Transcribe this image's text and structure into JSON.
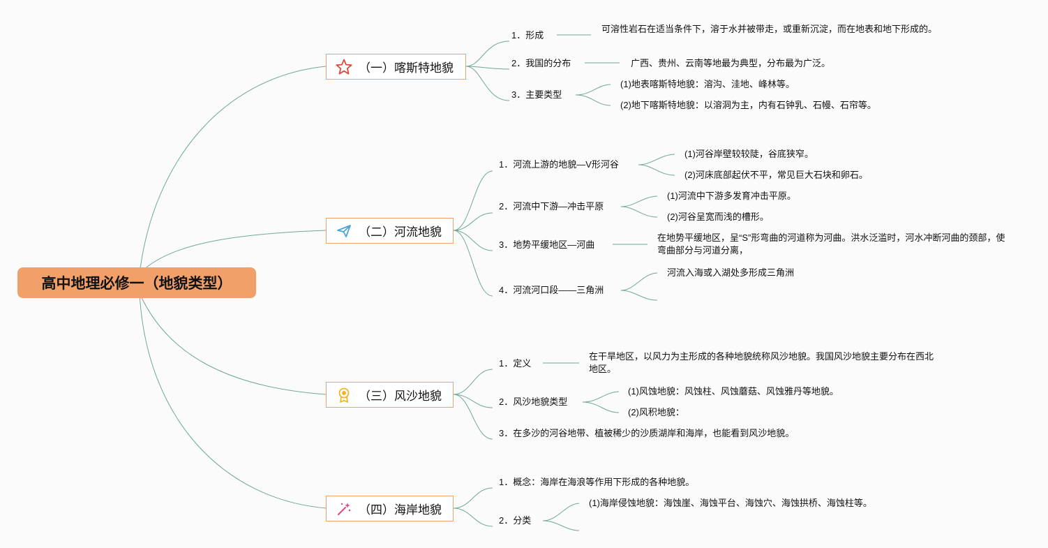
{
  "root": {
    "title": "高中地理必修一（地貌类型）"
  },
  "branches": [
    {
      "title": "（一）喀斯特地貌",
      "icon": "star-icon",
      "items": [
        {
          "label": "1．形成",
          "detail": "可溶性岩石在适当条件下，溶于水并被带走，或重新沉淀，而在地表和地下形成的。"
        },
        {
          "label": "2．我国的分布",
          "detail": "广西、贵州、云南等地最为典型，分布最为广泛。"
        },
        {
          "label": "3．主要类型",
          "subs": [
            "(1)地表喀斯特地貌：溶沟、洼地、峰林等。",
            "(2)地下喀斯特地貌：以溶洞为主，内有石钟乳、石幔、石帘等。"
          ]
        }
      ]
    },
    {
      "title": "（二）河流地貌",
      "icon": "paper-plane-icon",
      "items": [
        {
          "label": "1．河流上游的地貌—V形河谷",
          "subs": [
            "(1)河谷岸壁较较陡，谷底狭窄。",
            "(2)河床底部起伏不平，常见巨大石块和卵石。"
          ]
        },
        {
          "label": "2．河流中下游—冲击平原",
          "subs": [
            "(1)河流中下游多发育冲击平原。",
            "(2)河谷呈宽而浅的槽形。"
          ]
        },
        {
          "label": "3．地势平缓地区—河曲",
          "detail": "在地势平缓地区，呈“S”形弯曲的河道称为河曲。洪水泛滥时，河水冲断河曲的颈部，使弯曲部分与河道分离，"
        },
        {
          "label": "4．河流河口段——三角洲",
          "subs": [
            "河流入海或入湖处多形成三角洲",
            ""
          ]
        }
      ]
    },
    {
      "title": "（三）风沙地貌",
      "icon": "award-badge-icon",
      "items": [
        {
          "label": "1．定义",
          "detail": "在干旱地区，以风力为主形成的各种地貌统称风沙地貌。我国风沙地貌主要分布在西北地区。"
        },
        {
          "label": "2．风沙地貌类型",
          "subs": [
            "(1)风蚀地貌：风蚀柱、风蚀蘑菇、风蚀雅丹等地貌。",
            "(2)风积地貌："
          ]
        },
        {
          "label": "3．在多沙的河谷地带、植被稀少的沙质湖岸和海岸，也能看到风沙地貌。"
        }
      ]
    },
    {
      "title": "（四）海岸地貌",
      "icon": "magic-wand-icon",
      "items": [
        {
          "label": "1．概念：海岸在海浪等作用下形成的各种地貌。"
        },
        {
          "label": "2．分类",
          "subs": [
            "(1)海岸侵蚀地貌：海蚀崖、海蚀平台、海蚀穴、海蚀拱桥、海蚀柱等。",
            ""
          ]
        }
      ]
    }
  ],
  "colors": {
    "root": "#f2a06a",
    "border": "#f2a06a",
    "connector": "#6fa896",
    "star": "#e0483d",
    "plane": "#4aa3d8",
    "badge": "#f0b429",
    "wand": "#e0468a"
  }
}
